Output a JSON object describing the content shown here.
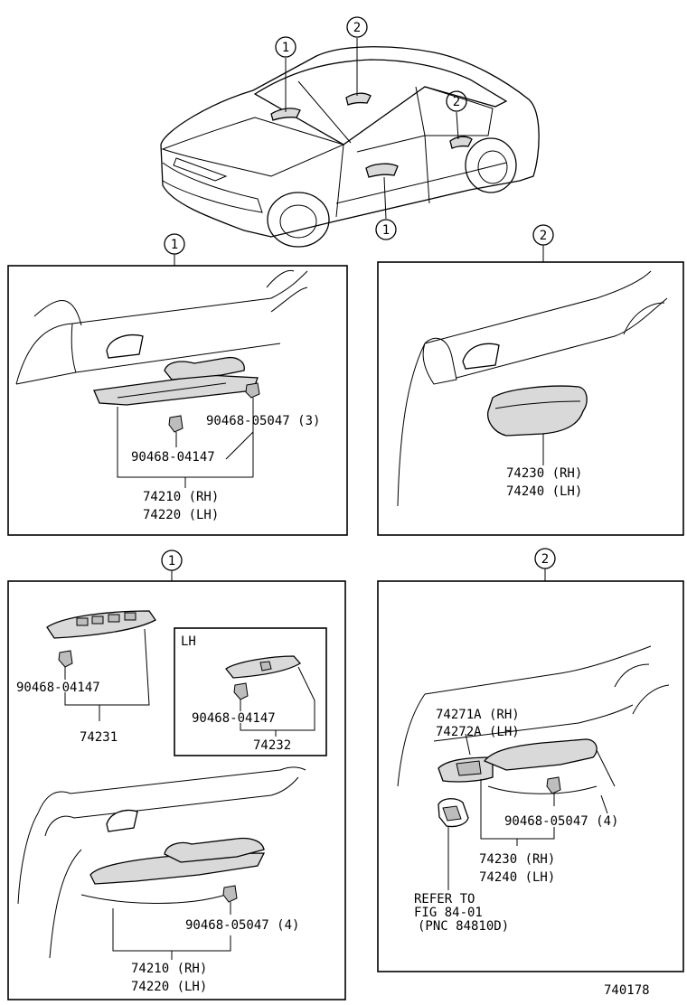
{
  "callouts": [
    "1",
    "2"
  ],
  "diagram_id": "740178",
  "panels": {
    "front_pull": {
      "clip_a": "90468-05047 (3)",
      "clip_b": "90468-04147",
      "handle_rh": "74210 (RH)",
      "handle_lh": "74220 (LH)"
    },
    "rear_pull": {
      "handle_rh": "74230 (RH)",
      "handle_lh": "74240 (LH)"
    },
    "front_switch": {
      "clip_rh": "90468-04147",
      "base_rh": "74231",
      "lh_tag": "LH",
      "clip_lh": "90468-04147",
      "base_lh": "74232",
      "clip_handle": "90468-05047 (4)",
      "handle_rh": "74210 (RH)",
      "handle_lh": "74220 (LH)"
    },
    "rear_switch": {
      "bezel_rh": "74271A (RH)",
      "bezel_lh": "74272A (LH)",
      "clip_handle": "90468-05047 (4)",
      "handle_rh": "74230 (RH)",
      "handle_lh": "74240 (LH)",
      "refer_1": "REFER TO",
      "refer_2": "FIG 84-01",
      "refer_3": "(PNC 84810D)"
    }
  }
}
